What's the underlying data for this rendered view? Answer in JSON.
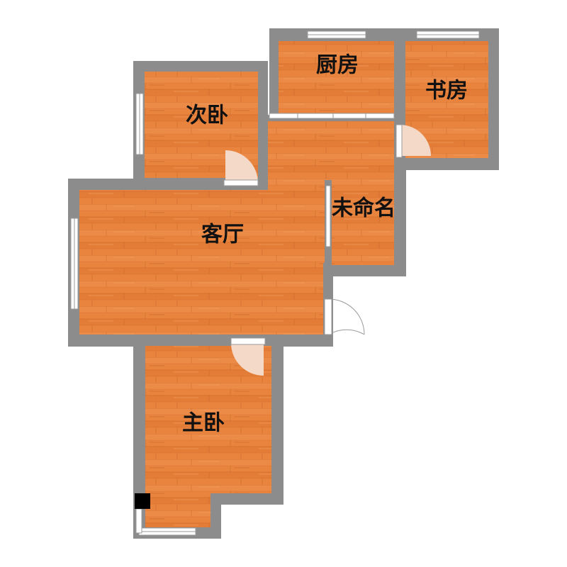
{
  "floor_plan": {
    "rooms": {
      "kitchen": {
        "label": "厨房"
      },
      "study": {
        "label": "书房"
      },
      "second_bedroom": {
        "label": "次卧"
      },
      "living_room": {
        "label": "客厅"
      },
      "unnamed": {
        "label": "未命名"
      },
      "master_bedroom": {
        "label": "主卧"
      }
    },
    "colors": {
      "wall": "#8c8c8c",
      "floor": "#e8843e",
      "floor_grain": "#c9652a",
      "floor_highlight": "#f29a58",
      "window": "#ffffff",
      "door_swing": "#f4d9c8",
      "pillar": "#000000"
    },
    "icons": {
      "windows": "window-icon",
      "doors": "door-swing-icon",
      "pillar": "pillar-icon"
    }
  }
}
